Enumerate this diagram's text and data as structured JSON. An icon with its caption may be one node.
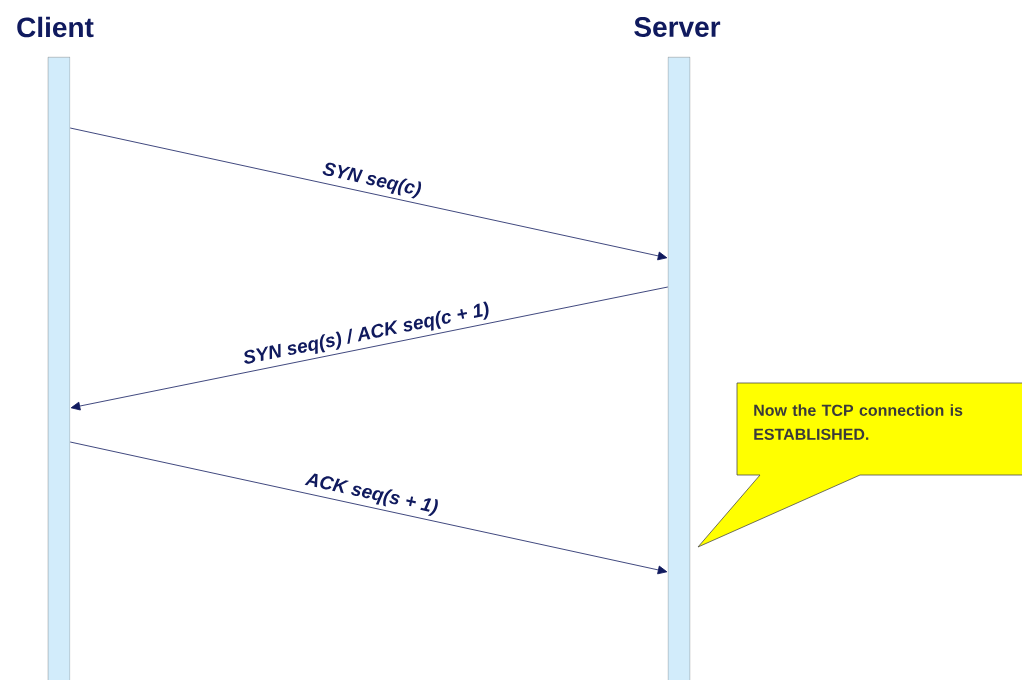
{
  "diagram": {
    "nodes": [
      {
        "text": [
          "Client"
        ]
      },
      {
        "text": [
          "Server"
        ]
      },
      {
        "text": [
          "Now the TCP connection is ESTABLISHED."
        ]
      }
    ],
    "edges": [
      {
        "from": 0,
        "to": 1,
        "arrow": "to",
        "label": "SYN seq(c)"
      },
      {
        "from": 1,
        "to": 0,
        "arrow": "to",
        "label": "SYN seq(s) / ACK seq(c + 1)"
      },
      {
        "from": 0,
        "to": 1,
        "arrow": "to",
        "label": "ACK seq(s + 1)"
      }
    ]
  }
}
